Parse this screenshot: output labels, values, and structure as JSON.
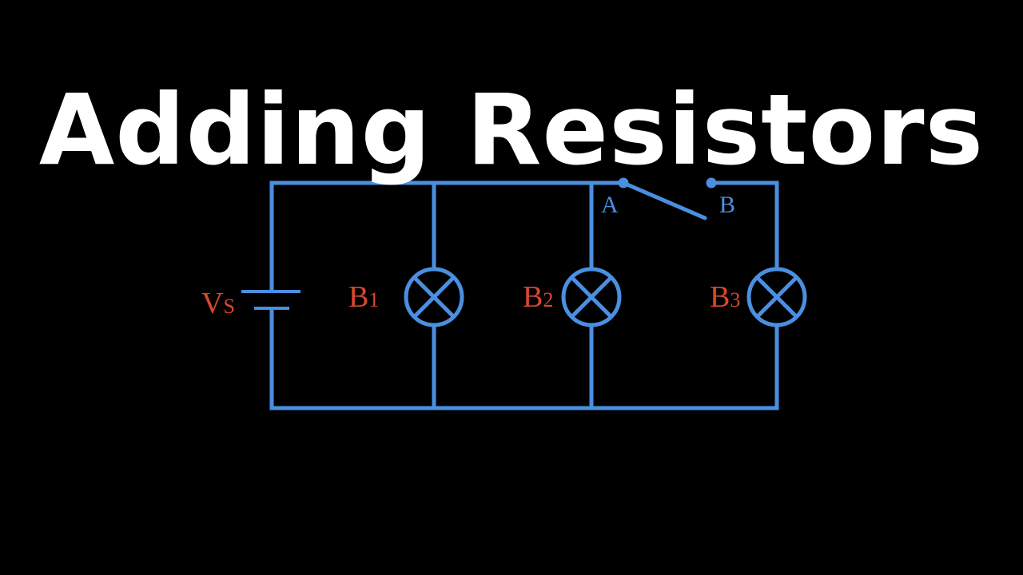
{
  "title": "Adding Resistors",
  "colors": {
    "background": "#000000",
    "title": "#ffffff",
    "wire": "#4a8fe0",
    "component_label": "#d9472b",
    "node_label": "#4a8fe0"
  },
  "circuit": {
    "source": {
      "symbol": "V",
      "subscript": "S"
    },
    "bulbs": [
      {
        "symbol": "B",
        "subscript": "1"
      },
      {
        "symbol": "B",
        "subscript": "2"
      },
      {
        "symbol": "B",
        "subscript": "3"
      }
    ],
    "switch": {
      "terminal_a": "A",
      "terminal_b": "B",
      "state": "open"
    }
  }
}
